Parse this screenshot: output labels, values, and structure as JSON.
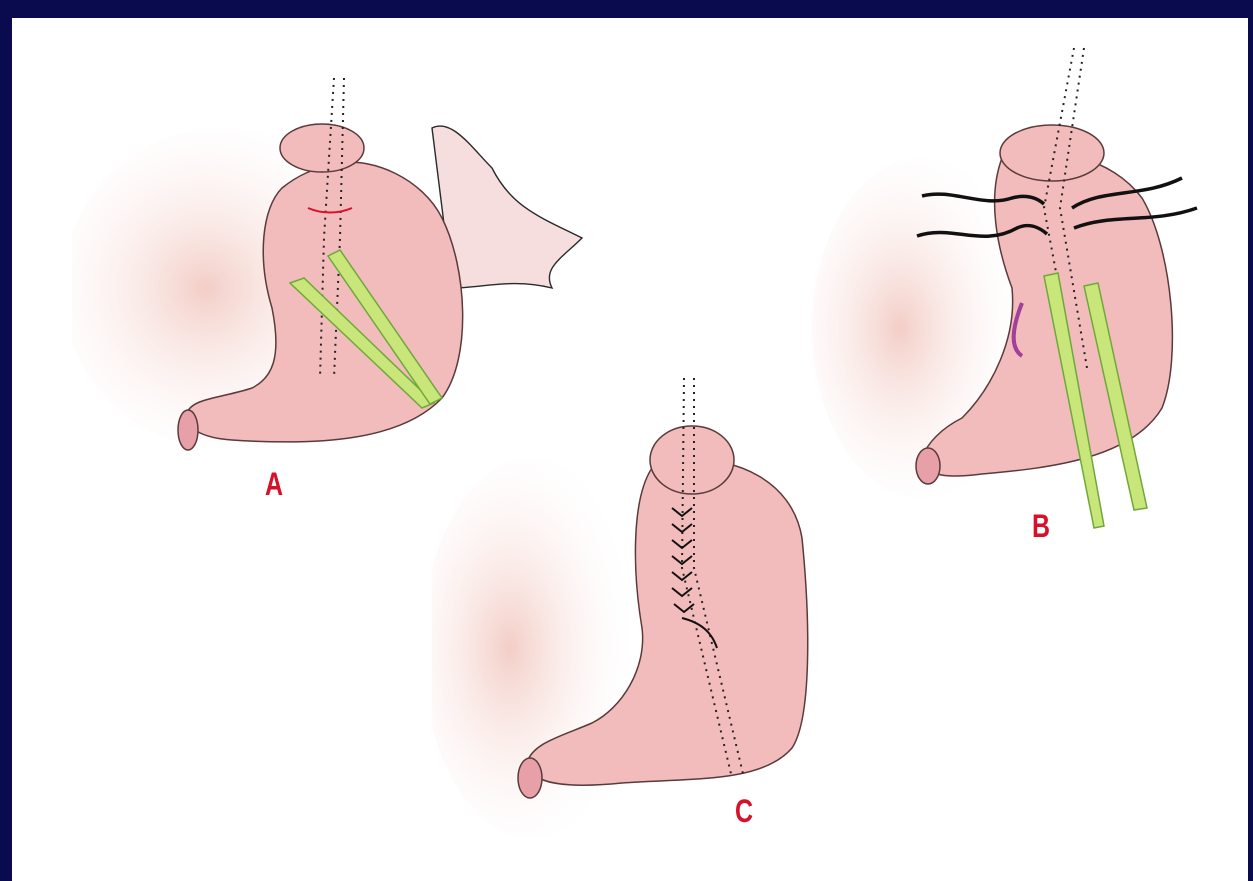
{
  "colors": {
    "background": "#0a0a4e",
    "slide": "#ffffff",
    "stomach": "#f2bcbc",
    "stomach_outline": "#5a3a3a",
    "clamp": "#c8e67a",
    "clamp_edge": "#6fa83a",
    "label": "#d8102a",
    "suture": "#111111"
  },
  "panels": [
    {
      "label": "A",
      "clamp_count": 2,
      "sutures": false,
      "suture_line": false
    },
    {
      "label": "B",
      "clamp_count": 2,
      "sutures": true,
      "suture_line": false
    },
    {
      "label": "C",
      "clamp_count": 0,
      "sutures": false,
      "suture_line": true
    }
  ]
}
